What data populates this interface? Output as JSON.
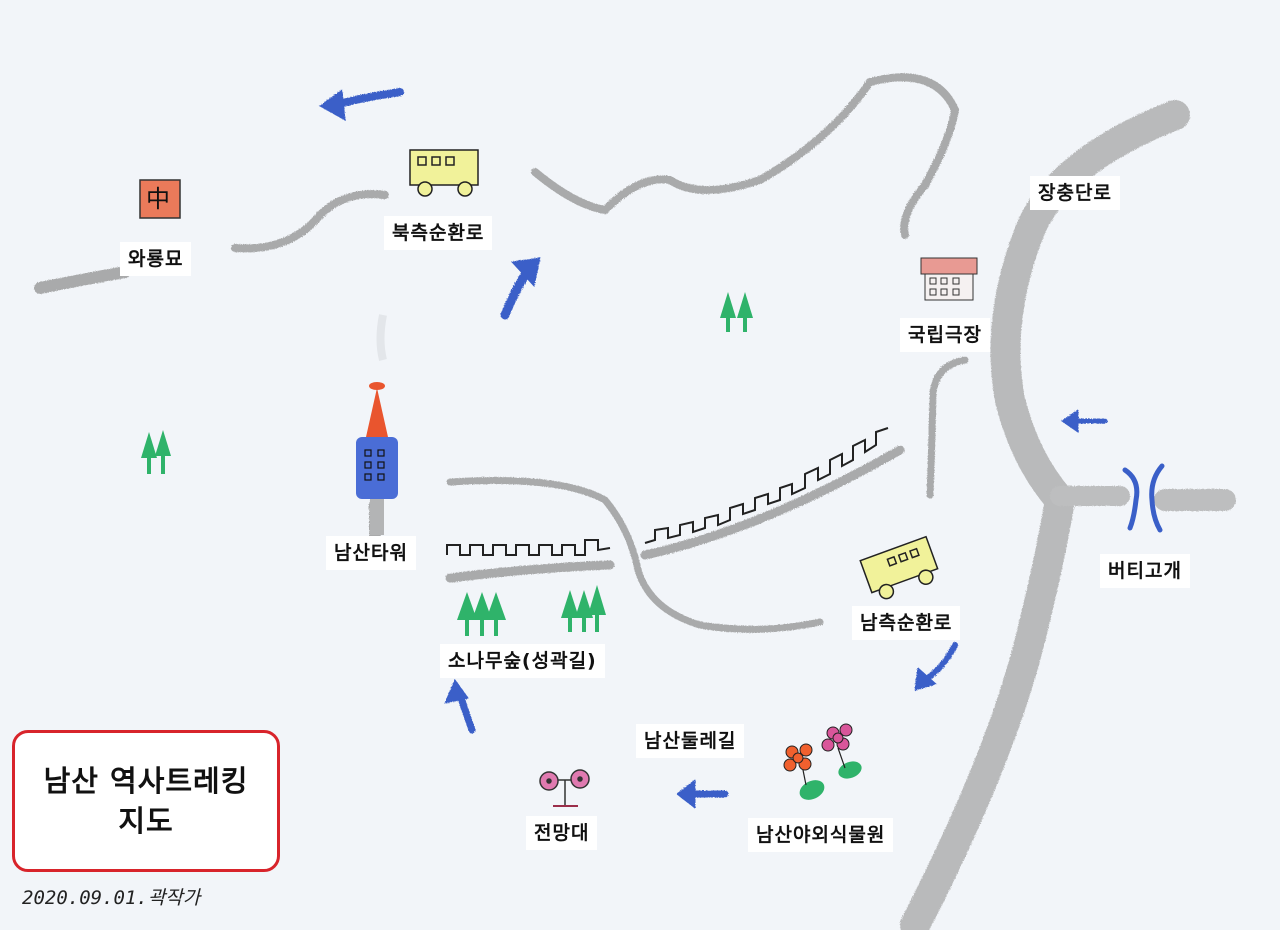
{
  "title": {
    "line1": "남산 역사트레킹",
    "line2": "지도",
    "border_color": "#d8242b"
  },
  "signature": "2020.09.01.곽작가",
  "colors": {
    "background": "#f2f5f9",
    "road": "#a9aaab",
    "arrow": "#3a5fc8",
    "tree": "#2fb36a",
    "bus": "#f1f29a",
    "tower_top": "#e9552e",
    "tower_body": "#4a6dd6",
    "flower_orange": "#f0602e",
    "flower_pink": "#d9569a"
  },
  "places": [
    {
      "id": "warongmyo",
      "label": "와룡묘",
      "icon": "chinese-shrine-icon"
    },
    {
      "id": "north-loop",
      "label": "북측순환로",
      "icon": "bus-icon"
    },
    {
      "id": "jangchung",
      "label": "장충단로",
      "icon": "road"
    },
    {
      "id": "national-theater",
      "label": "국립극장",
      "icon": "building-icon"
    },
    {
      "id": "namsan-tower",
      "label": "남산타워",
      "icon": "tower-icon"
    },
    {
      "id": "butigogae",
      "label": "버티고개",
      "icon": "pass-icon"
    },
    {
      "id": "south-loop",
      "label": "남측순환로",
      "icon": "bus-icon"
    },
    {
      "id": "pine-forest",
      "label": "소나무숲(성곽길)",
      "icon": "pine-trees-icon"
    },
    {
      "id": "dulle-gil",
      "label": "남산둘레길",
      "icon": "arrow"
    },
    {
      "id": "observatory",
      "label": "전망대",
      "icon": "binoculars-icon"
    },
    {
      "id": "botanical-garden",
      "label": "남산야외식물원",
      "icon": "flowers-icon"
    }
  ],
  "shrine_glyph": "中"
}
